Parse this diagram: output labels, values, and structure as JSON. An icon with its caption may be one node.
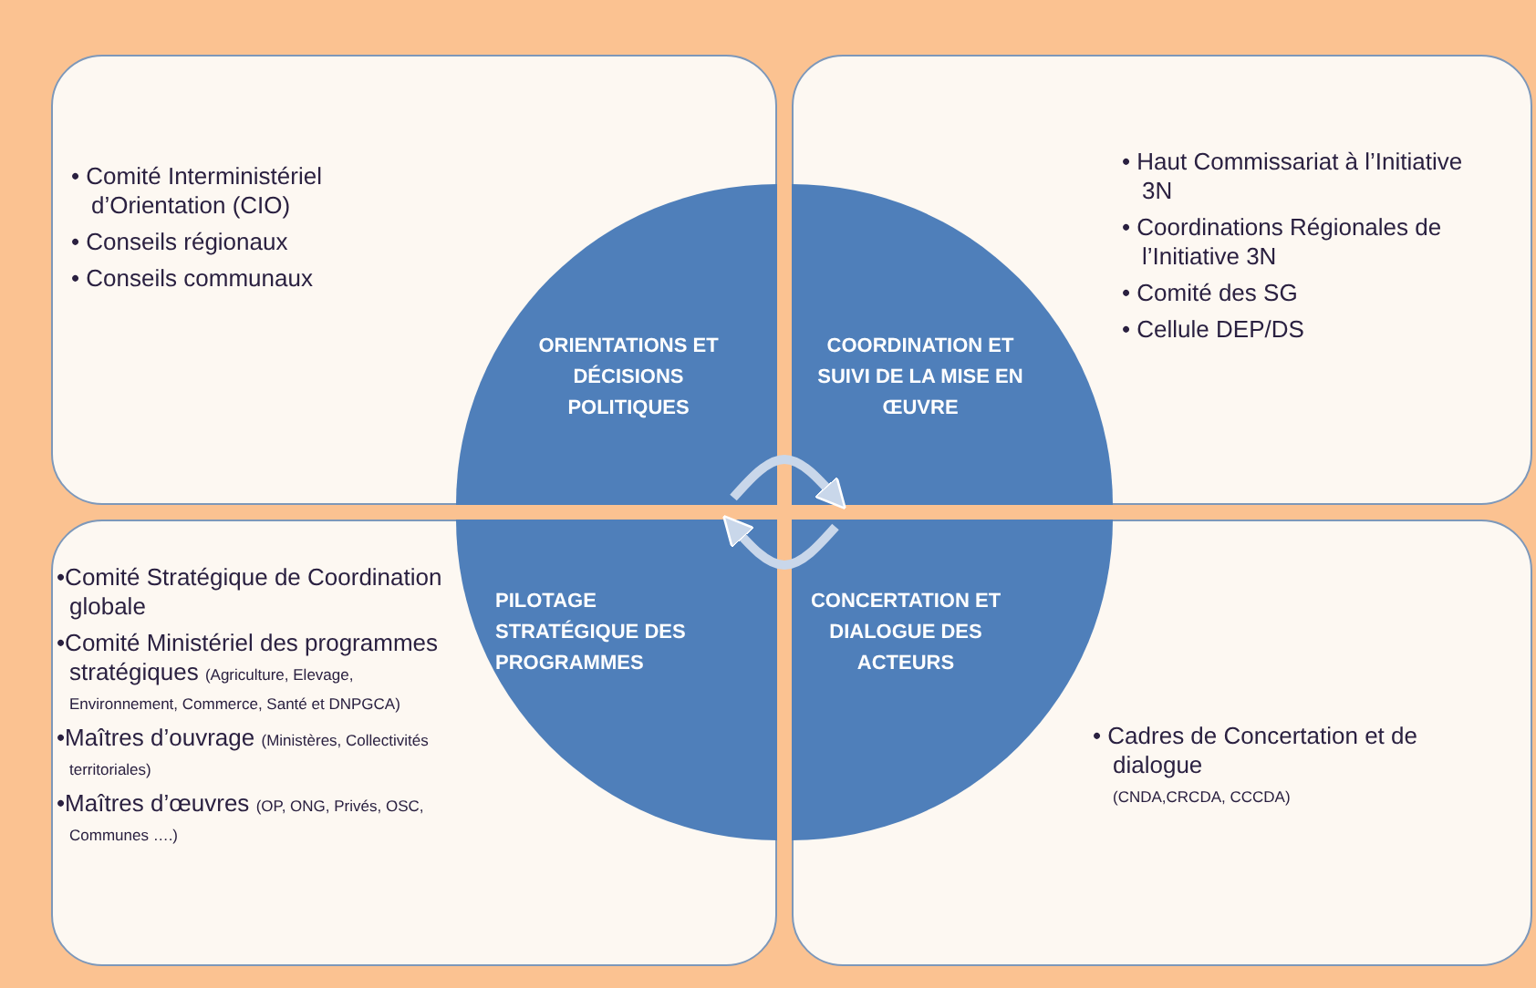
{
  "diagram": {
    "nodes": [
      {
        "text": [
          "• Comité Interministériel d’Orientation (CIO)",
          "• Conseils régionaux",
          "• Conseils communaux"
        ]
      },
      {
        "text": [
          "• Haut Commissariat à l’Initiative 3N",
          "• Coordinations Régionales de l’Initiative 3N",
          "• Comité des SG",
          "• Cellule DEP/DS"
        ]
      },
      {
        "text": [
          "•Comité Stratégique de Coordination globale",
          "•Comité Ministériel des programmes stratégiques",
          "(Agriculture, Elevage, Environnement, Commerce, Santé et DNPGCA)",
          "•Maîtres d’ouvrage",
          "(Ministères, Collectivités territoriales)",
          "•Maîtres d’œuvres",
          "(OP, ONG, Privés, OSC, Communes ….)"
        ]
      },
      {
        "text": [
          "• Cadres de Concertation et de dialogue",
          "(CNDA,CRCDA, CCCDA)"
        ]
      },
      {
        "text": [
          "ORIENTATIONS ET DÉCISIONS POLITIQUES"
        ],
        "in": 0
      },
      {
        "text": [
          "COORDINATION ET SUIVI DE LA MISE EN ŒUVRE"
        ],
        "in": 1
      },
      {
        "text": [
          "PILOTAGE STRATÉGIQUE DES PROGRAMMES"
        ],
        "in": 2
      },
      {
        "text": [
          "CONCERTATION ET DIALOGUE DES ACTEURS"
        ],
        "in": 3
      }
    ],
    "edges": [
      {
        "from": 4,
        "to": 5,
        "arrow": "to"
      },
      {
        "from": 7,
        "to": 6,
        "arrow": "to"
      }
    ]
  }
}
